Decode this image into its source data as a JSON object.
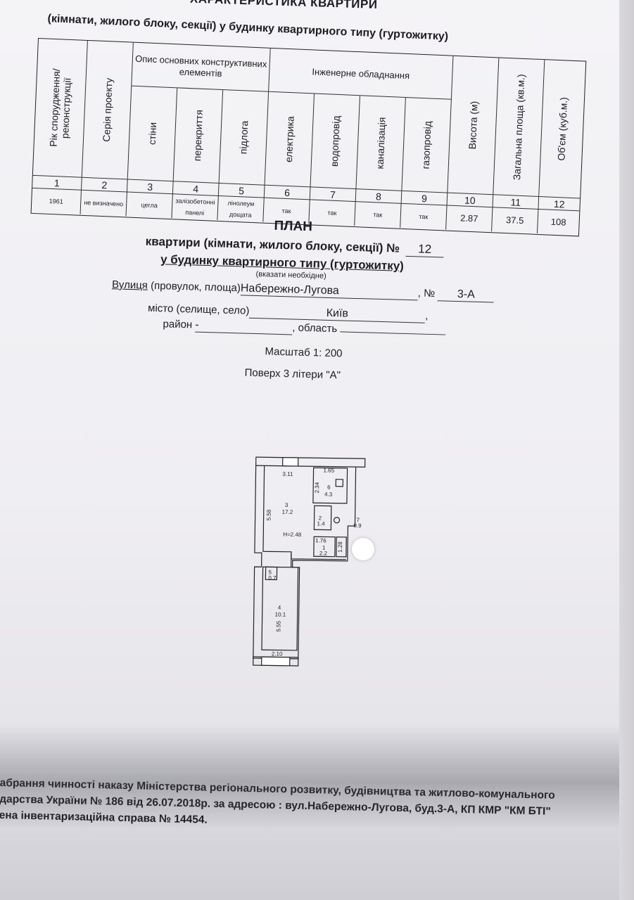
{
  "header": {
    "title": "ХАРАКТЕРИСТИКА КВАРТИРИ",
    "subtitle": "(кімнати, жилого блоку, секції) у будинку квартирного типу (гуртожитку)"
  },
  "table": {
    "col_year": "Рік спорудження/ реконструкції",
    "col_series": "Серія проекту",
    "group_structure": "Опис основних конструктивних елементів",
    "col_walls": "стіни",
    "col_floors": "перекриття",
    "col_flooring": "підлога",
    "group_engineering": "Інженерне обладнання",
    "col_electric": "електрика",
    "col_water": "водопровід",
    "col_sewer": "каналізація",
    "col_gas": "газопровід",
    "col_height": "Висота (м)",
    "col_area": "Загальна площа (кв.м.)",
    "col_volume": "Об'єм (куб.м.)",
    "numbers": [
      "1",
      "2",
      "3",
      "4",
      "5",
      "6",
      "7",
      "8",
      "9",
      "10",
      "11",
      "12"
    ],
    "values": {
      "year": "1961",
      "series": "не визначено",
      "walls": "цегла",
      "floors": "залізобетонні панелі",
      "flooring": "лінолеум дощата",
      "electric": "так",
      "water": "так",
      "sewer": "так",
      "gas": "так",
      "height": "2.87",
      "area": "37.5",
      "volume": "108"
    }
  },
  "plan": {
    "title": "ПЛАН",
    "line1": "квартири (кімнати, жилого блоку, секції) №",
    "apartment_no": "12",
    "line2": "у будинку квартирного типу (гуртожитку)",
    "hint": "(вказати необхідне)",
    "street_label": "Вулиця",
    "street_hint": "(провулок, площа)",
    "street_value": "Набережно-Лугова",
    "no_label": ", №",
    "house_no": "3-А",
    "city_label": "місто (селище, село)",
    "city_value": "Київ",
    "district_label": "район",
    "district_value": "-",
    "region_label": ", область",
    "scale": "Масштаб 1: 200",
    "floor": "Поверх 3 літери \"А\""
  },
  "floorplan": {
    "dim_top": "3.11",
    "dim_kitchen_w": "1.65",
    "dim_kitchen_h": "2.34",
    "kitchen_no": "6",
    "kitchen_area": "4.3",
    "room_no": "3",
    "room_area": "17.2",
    "room_height": "H=2.48",
    "dim_room_h": "5.58",
    "bath_no": "2",
    "bath_area": "1.4",
    "closet_no": "7",
    "closet_area": "0.9",
    "hall_no": "1",
    "hall_area": "2.2",
    "dim_hall_w": "1.76",
    "dim_hall_h": "1.28",
    "pantry_no": "5",
    "pantry_area": "0.7",
    "room2_no": "4",
    "room2_area": "10.1",
    "dim_room2_h": "5.55",
    "dim_bottom": "2.10"
  },
  "footer": {
    "line1": "абрання чинності наказу Міністерства регіонального розвитку, будівництва та житлово-комунального",
    "line2": "дарства України № 186 від 26.07.2018р. за адресою : вул.Набережно-Лугова, буд.3-А, КП КМР \"КМ БТІ\"",
    "line3": "ена інвентаризаційна справа № 14454."
  }
}
